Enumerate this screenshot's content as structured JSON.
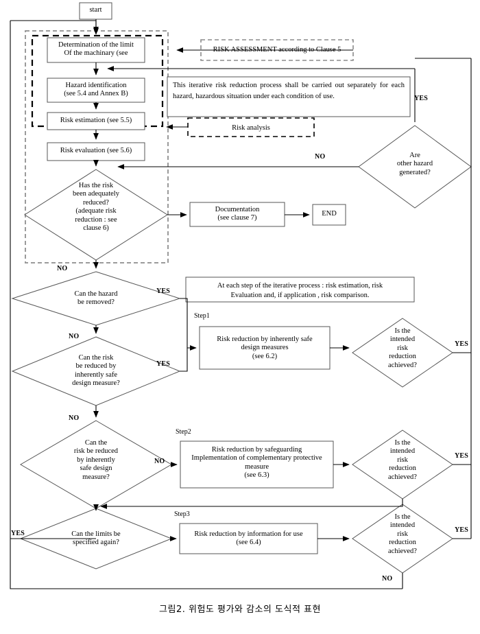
{
  "diagram": {
    "caption": "그림2. 위험도 평가와 감소의 도식적 표현",
    "colors": {
      "stroke": "#000000",
      "background": "#ffffff",
      "dashed_outer": "#8a8a8a",
      "dashed_inner": "#000000"
    },
    "nodes": {
      "start": {
        "label": "start",
        "shape": "box"
      },
      "determination": {
        "label": "Determination of the limit\nOf the machinary (see",
        "shape": "box"
      },
      "hazard_identification": {
        "label": "Hazard identification\n(see 5.4 and Annex B)",
        "shape": "box"
      },
      "risk_estimation": {
        "label": "Risk estimation (see 5.5)",
        "shape": "box"
      },
      "risk_evaluation": {
        "label": "Risk evaluation (see 5.6)",
        "shape": "box"
      },
      "has_risk_reduced": {
        "label": "Has the risk\nbeen adequately\nreduced?\n(adequate risk\nreduction : see\nclause 6)",
        "shape": "diamond"
      },
      "documentation": {
        "label": "Documentation\n(see clause 7)",
        "shape": "box"
      },
      "end": {
        "label": "END",
        "shape": "box"
      },
      "can_hazard_removed": {
        "label": "Can the hazard\nbe removed?",
        "shape": "diamond"
      },
      "can_risk_reduced_design": {
        "label": "Can the risk\nbe reduced by\ninherently safe\ndesign measure?",
        "shape": "diamond"
      },
      "can_risk_reduced_design2": {
        "label": "Can the\nrisk be reduced\nby inherently\nsafe design\nmeasure?",
        "shape": "diamond"
      },
      "can_limits_specified": {
        "label": "Can the limits be\nspecified again?",
        "shape": "diamond"
      },
      "step1_box": {
        "label": "Risk reduction by inherently safe\ndesign measures\n(see 6.2)",
        "shape": "box"
      },
      "step2_box": {
        "label": "Risk reduction by safeguarding\nImplementation of complementary protective\nmeasure\n(see 6.3)",
        "shape": "box"
      },
      "step3_box": {
        "label": "Risk reduction by information for use\n(see 6.4)",
        "shape": "box"
      },
      "are_other_hazard": {
        "label": "Are\nother hazard\ngenerated?",
        "shape": "diamond"
      },
      "intended_reduction_1": {
        "label": "Is the\nintended\nrisk\nreduction\nachieved?",
        "shape": "diamond"
      },
      "intended_reduction_2": {
        "label": "Is the\nintended\nrisk\nreduction\nachieved?",
        "shape": "diamond"
      },
      "intended_reduction_3": {
        "label": "Is the\nintended\nrisk\nreduction\nachieved?",
        "shape": "diamond"
      }
    },
    "annotations": {
      "risk_assessment_note": "RISK ASSESSMENT according to Clause 5",
      "iterative_note": "This iterative risk reduction process shall be carried out separately for each hazard, hazardous  situation under each condition of use.",
      "risk_analysis": "Risk analysis",
      "each_step_note_line1": "At each step of the iterative process : risk estimation, risk",
      "each_step_note_line2": "Evaluation and, if application , risk comparison."
    },
    "step_labels": {
      "step1": "Step1",
      "step2": "Step2",
      "step3": "Step3"
    },
    "edge_labels": {
      "yes": "YES",
      "no": "NO",
      "hazard_removed_yes": "YES",
      "hazard_removed_no": "NO",
      "risk_reduced_yes": "YES",
      "risk_reduced_no": "NO",
      "design2_no": "NO",
      "design2_no_down": "NO",
      "limits_yes": "YES",
      "other_hazard_no": "NO",
      "other_hazard_yes": "YES",
      "intended1_yes": "YES",
      "intended2_yes": "YES",
      "intended3_yes": "YES",
      "intended3_no": "NO"
    }
  }
}
